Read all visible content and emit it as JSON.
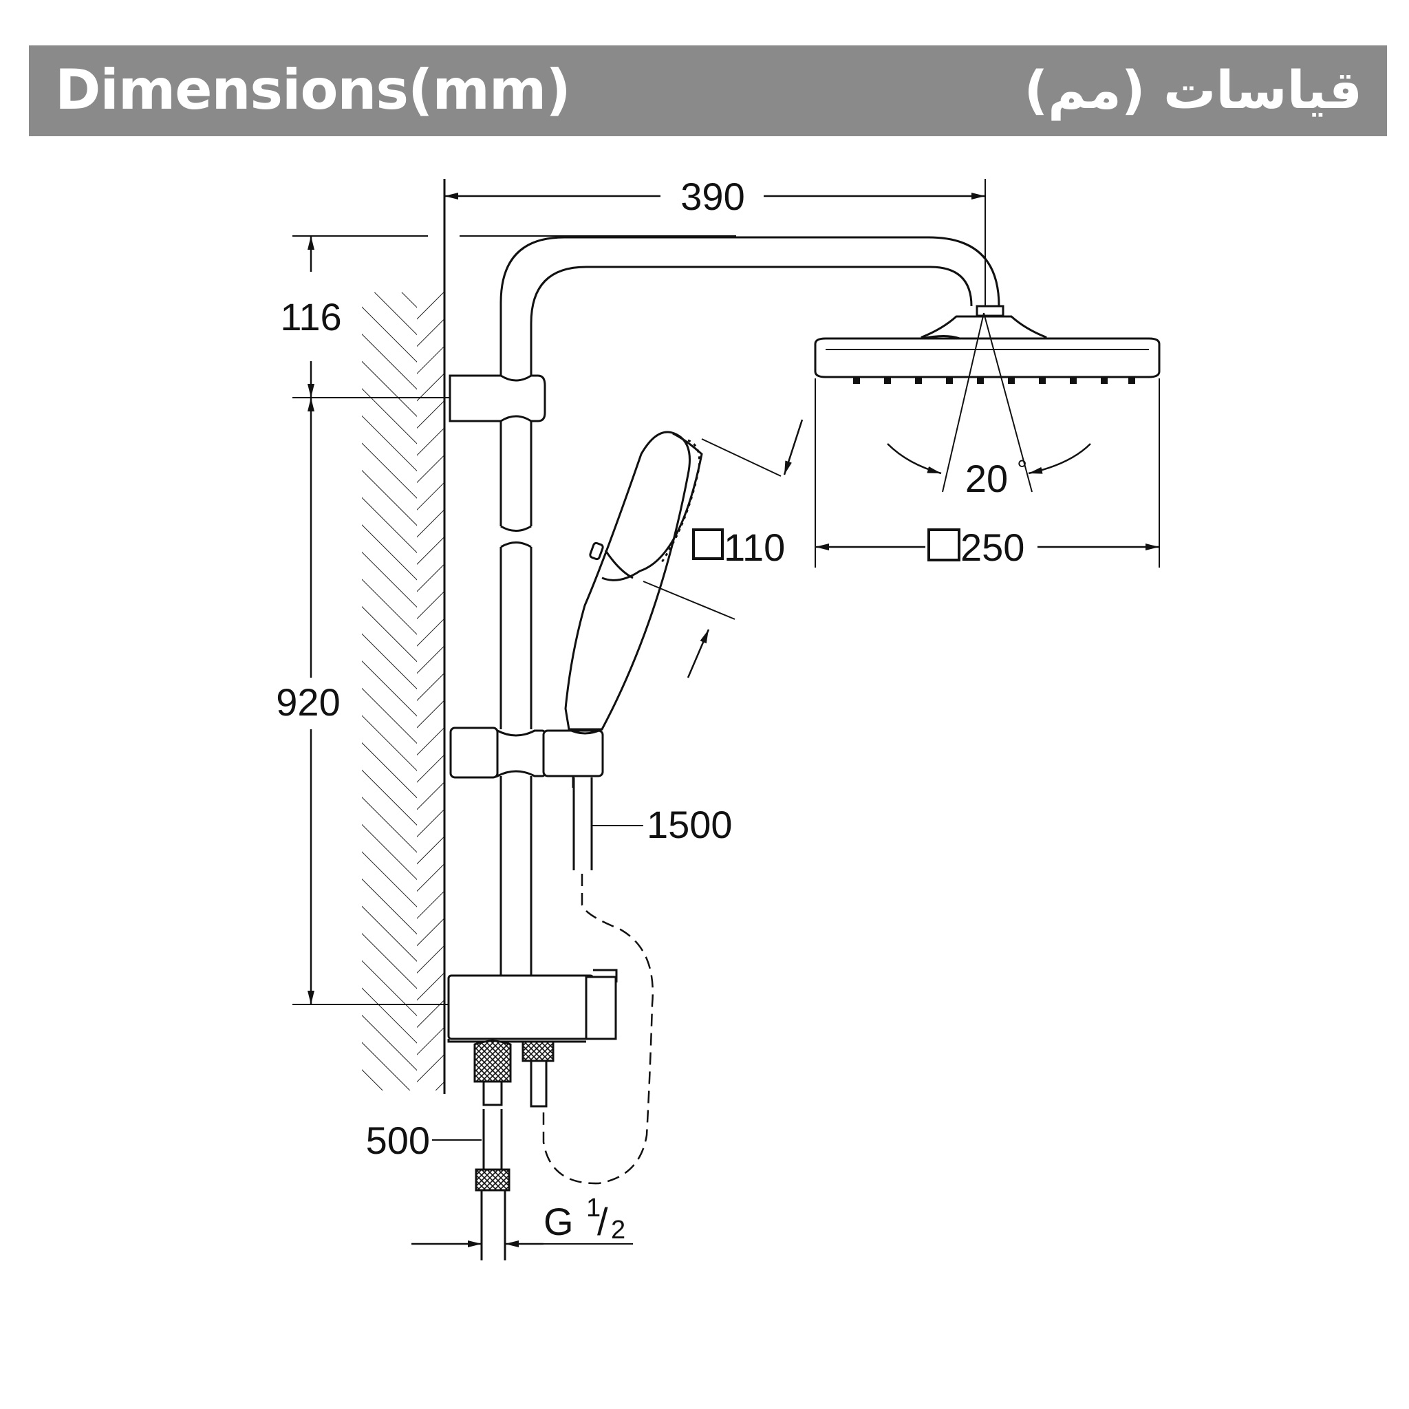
{
  "header": {
    "title_en": "Dimensions(mm)",
    "title_ar": "قياسات (مم)",
    "bar_color": "#8a8a8a"
  },
  "dimensions": {
    "arm_projection": "390",
    "top_offset": "116",
    "rail_height": "920",
    "hand_shower_size": "110",
    "head_shower_size": "250",
    "tilt_angle": "20",
    "degree_symbol": "°",
    "hose_length": "1500",
    "supply_hose_length": "500",
    "thread": "G",
    "thread_num": "1",
    "thread_den": "2"
  }
}
